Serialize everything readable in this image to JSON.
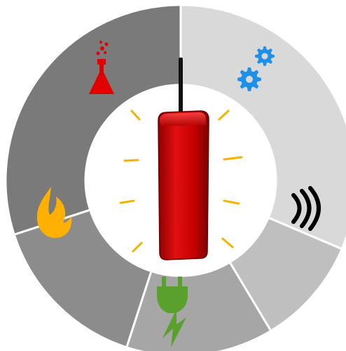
{
  "diagram": {
    "center_item": "red-stick-antenna-device",
    "segments": [
      {
        "id": "chemistry",
        "icon": "flask-icon",
        "fill": "#7a7a7a",
        "icon_color": "#e00000"
      },
      {
        "id": "mechanics",
        "icon": "gears-icon",
        "fill": "#d9d9d9",
        "icon_color": "#1e90e8"
      },
      {
        "id": "acoustics",
        "icon": "sound-waves-icon",
        "fill": "#bfbfbf",
        "icon_color": "#000000"
      },
      {
        "id": "electricity",
        "icon": "plug-lightning-icon",
        "fill": "#a6a6a6",
        "icon_color": "#5aa02c"
      },
      {
        "id": "heat",
        "icon": "flame-icon",
        "fill": "#8c8c8c",
        "icon_color": "#ffb000"
      }
    ],
    "colors": {
      "device_red": "#cc0000",
      "device_dark": "#7a0000",
      "glow": "#f2b400",
      "inner_circle": "#ffffff",
      "separator": "#ffffff"
    }
  }
}
